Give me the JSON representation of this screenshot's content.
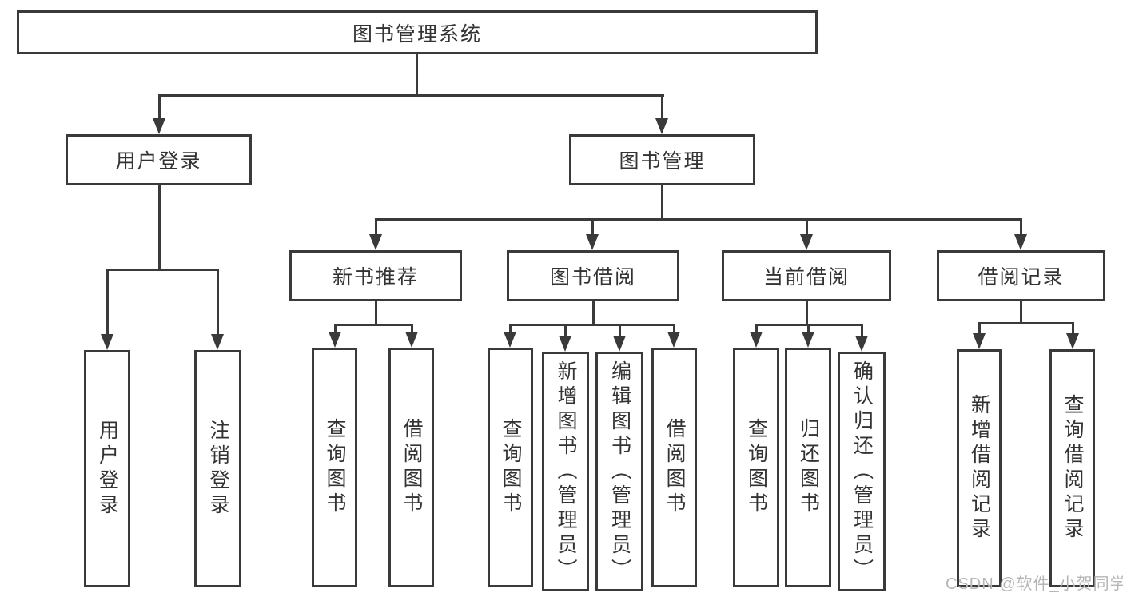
{
  "diagram": {
    "root": "图书管理系统",
    "level2": {
      "user_login": "用户登录",
      "book_mgmt": "图书管理"
    },
    "level3": {
      "new_book_rec": "新书推荐",
      "book_borrow": "图书借阅",
      "current_borrow": "当前借阅",
      "borrow_record": "借阅记录"
    },
    "leaves": {
      "ul_login": "用户登录",
      "ul_logout": "注销登录",
      "nb_query": "查询图书",
      "nb_borrow": "借阅图书",
      "bb_query": "查询图书",
      "bb_add": "新增图书（管理员）",
      "bb_edit": "编辑图书（管理员）",
      "bb_borrow": "借阅图书",
      "cb_query": "查询图书",
      "cb_return": "归还图书",
      "cb_confirm": "确认归还（管理员）",
      "br_add": "新增借阅记录",
      "br_query": "查询借阅记录"
    }
  },
  "watermark": "CSDN @软件_小贺同学",
  "colors": {
    "line": "#3a3a3a",
    "text": "#333333",
    "background": "#ffffff",
    "watermark": "#b6b6b6"
  }
}
